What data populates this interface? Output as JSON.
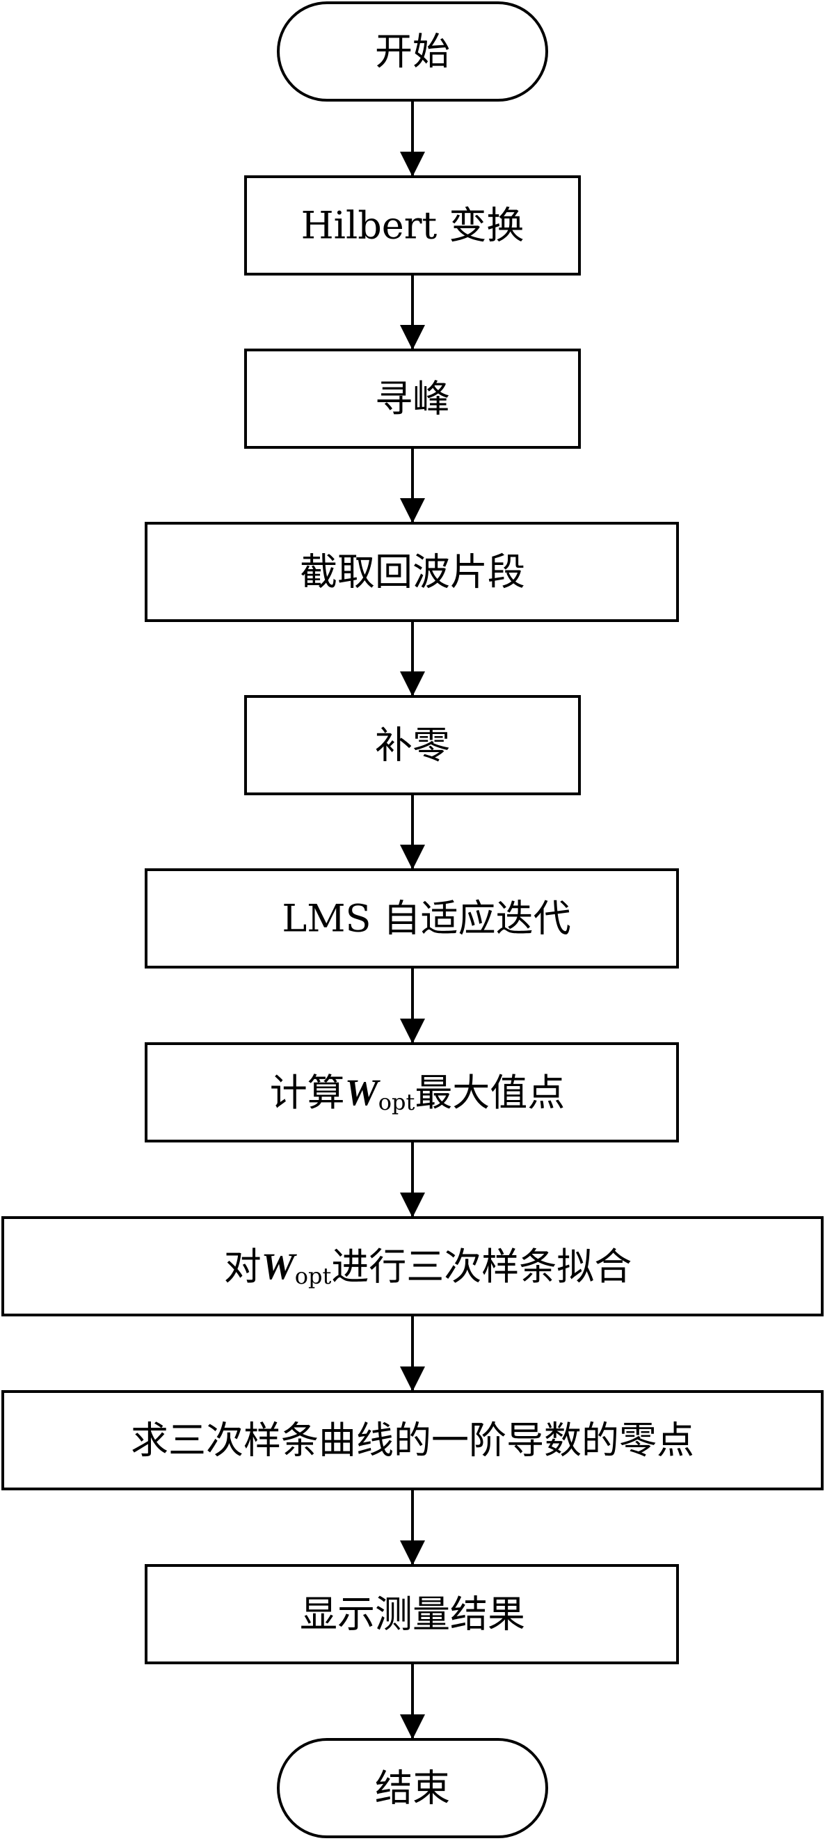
{
  "diagram": {
    "nodes": [
      {
        "id": "start",
        "shape": "terminal",
        "text": "开始"
      },
      {
        "id": "hilbert",
        "shape": "process",
        "text": "Hilbert 变换"
      },
      {
        "id": "peak",
        "shape": "process",
        "text": "寻峰"
      },
      {
        "id": "segment",
        "shape": "process",
        "text": "截取回波片段"
      },
      {
        "id": "zeropad",
        "shape": "process",
        "text": "补零"
      },
      {
        "id": "lms",
        "shape": "process",
        "text": "LMS 自适应迭代"
      },
      {
        "id": "maxpoint",
        "shape": "process",
        "prefix": "计算",
        "symbol": "W",
        "subscript": "opt",
        "suffix": "最大值点"
      },
      {
        "id": "spline",
        "shape": "process",
        "prefix": "对",
        "symbol": "W",
        "subscript": "opt",
        "suffix": "进行三次样条拟合"
      },
      {
        "id": "derivative",
        "shape": "process",
        "text": "求三次样条曲线的一阶导数的零点"
      },
      {
        "id": "display",
        "shape": "process",
        "text": "显示测量结果"
      },
      {
        "id": "end",
        "shape": "terminal",
        "text": "结束"
      }
    ],
    "edges": [
      [
        "start",
        "hilbert"
      ],
      [
        "hilbert",
        "peak"
      ],
      [
        "peak",
        "segment"
      ],
      [
        "segment",
        "zeropad"
      ],
      [
        "zeropad",
        "lms"
      ],
      [
        "lms",
        "maxpoint"
      ],
      [
        "maxpoint",
        "spline"
      ],
      [
        "spline",
        "derivative"
      ],
      [
        "derivative",
        "display"
      ],
      [
        "display",
        "end"
      ]
    ],
    "colors": {
      "stroke": "#000000",
      "fill": "#ffffff",
      "text": "#000000"
    }
  }
}
